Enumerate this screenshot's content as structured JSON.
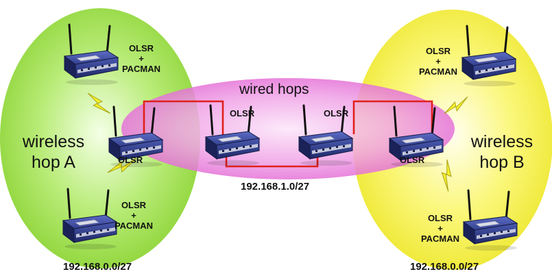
{
  "colors": {
    "zone_a": "#9fe04a",
    "zone_b": "#f3f046",
    "wired_zone": "#e86ad8",
    "wired_link": "#e0201c",
    "router_body": "#2d3a8c",
    "lightning": "#f2ee2a"
  },
  "zones": {
    "wireless_a": {
      "line1": "wireless",
      "line2": "hop A",
      "subnet": "192.168.0.0/27"
    },
    "wireless_b": {
      "line1": "wireless",
      "line2": "hop B",
      "subnet": "192.168.0.0/27"
    },
    "wired": {
      "title": "wired hops",
      "subnet": "192.168.1.0/27"
    }
  },
  "routers": {
    "a_top": {
      "line1": "OLSR",
      "plus": "+",
      "line2": "PACMAN"
    },
    "a_mid": {
      "label": "OLSR"
    },
    "a_bottom": {
      "line1": "OLSR",
      "plus": "+",
      "line2": "PACMAN"
    },
    "wired_left": {
      "label": "OLSR"
    },
    "wired_right": {
      "label": "OLSR"
    },
    "b_mid": {
      "label": "OLSR"
    },
    "b_top": {
      "line1": "OLSR",
      "plus": "+",
      "line2": "PACMAN"
    },
    "b_bottom": {
      "line1": "OLSR",
      "plus": "+",
      "line2": "PACMAN"
    }
  },
  "icons": {
    "router": "wireless-router-icon",
    "wireless_link": "lightning-bolt-icon"
  }
}
